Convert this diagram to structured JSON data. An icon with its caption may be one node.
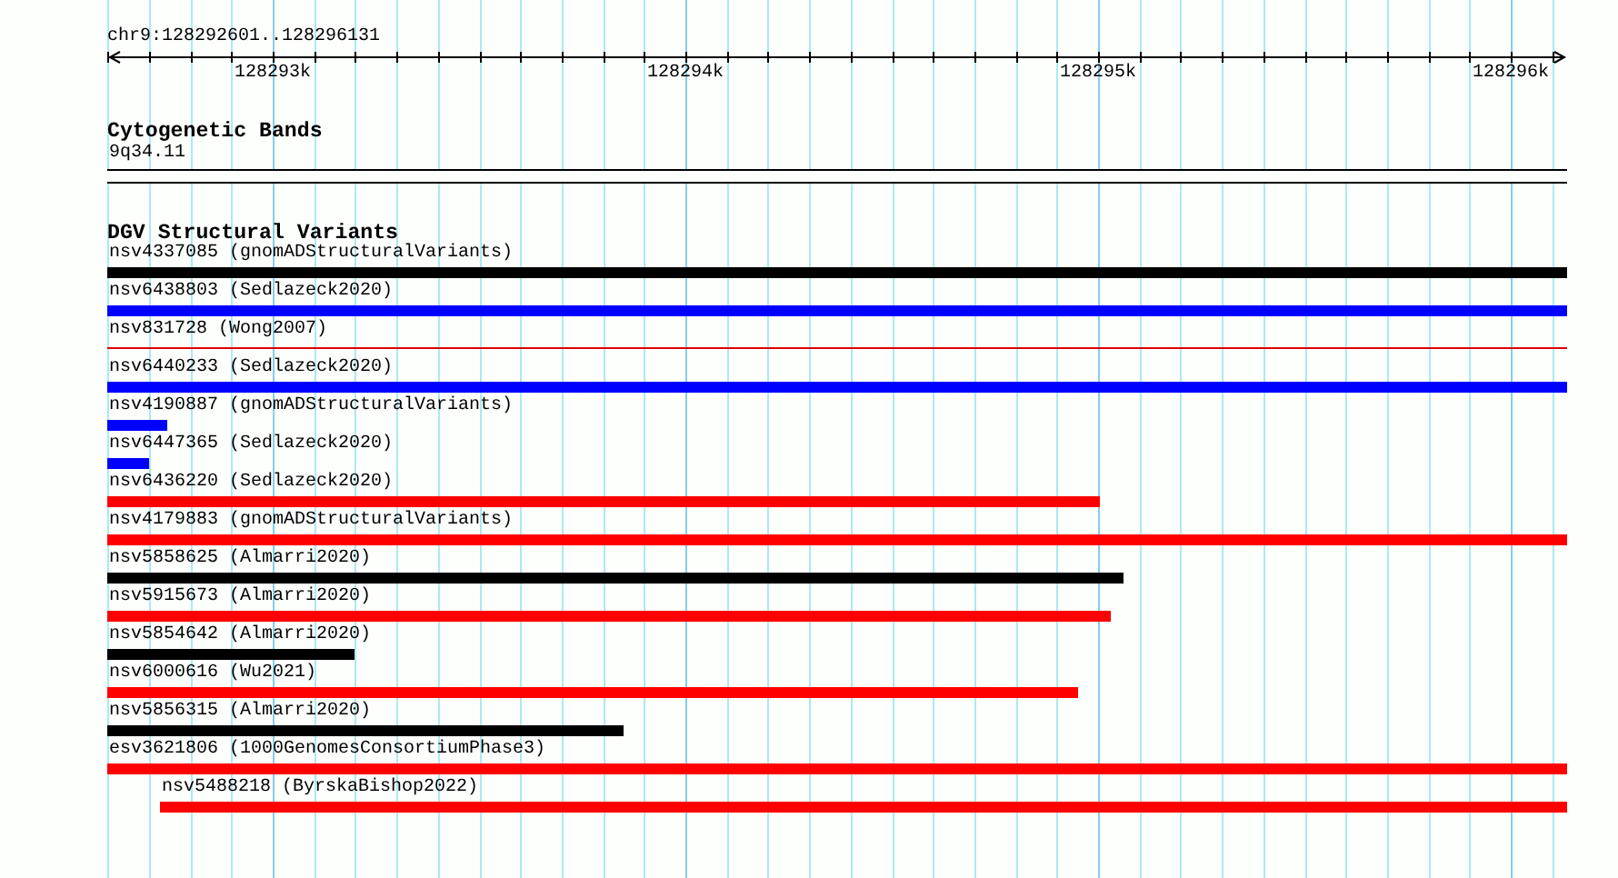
{
  "diagram": {
    "nodes": [
      {
        "text": [
          "9q34.11"
        ]
      },
      {
        "text": [
          "nsv4337085 (gnomADStructuralVariants)"
        ]
      },
      {
        "text": [
          "nsv6438803 (Sedlazeck2020)"
        ]
      },
      {
        "text": [
          "nsv831728 (Wong2007)"
        ]
      },
      {
        "text": [
          "nsv6440233 (Sedlazeck2020)"
        ]
      },
      {
        "text": [
          "nsv4190887 (gnomADStructuralVariants)"
        ]
      },
      {
        "text": [
          "nsv6447365 (Sedlazeck2020)"
        ]
      },
      {
        "text": [
          "nsv6436220 (Sedlazeck2020)"
        ]
      },
      {
        "text": [
          "nsv4179883 (gnomADStructuralVariants)"
        ]
      },
      {
        "text": [
          "nsv5858625 (Almarri2020)"
        ]
      },
      {
        "text": [
          "nsv5915673 (Almarri2020)"
        ]
      },
      {
        "text": [
          "nsv5854642 (Almarri2020)"
        ]
      },
      {
        "text": [
          "nsv6000616 (Wu2021)"
        ]
      },
      {
        "text": [
          "nsv5856315 (Almarri2020)"
        ]
      },
      {
        "text": [
          "esv3621806 (1000GenomesConsortiumPhase3)"
        ]
      },
      {
        "text": [
          "nsv5488218 (ByrskaBishop2022)"
        ]
      }
    ],
    "labels": [
      "chr9:128292601..128296131",
      "128293k",
      "128294k",
      "128295k",
      "128296k",
      "Cytogenetic Bands",
      "DGV Structural Variants"
    ]
  }
}
